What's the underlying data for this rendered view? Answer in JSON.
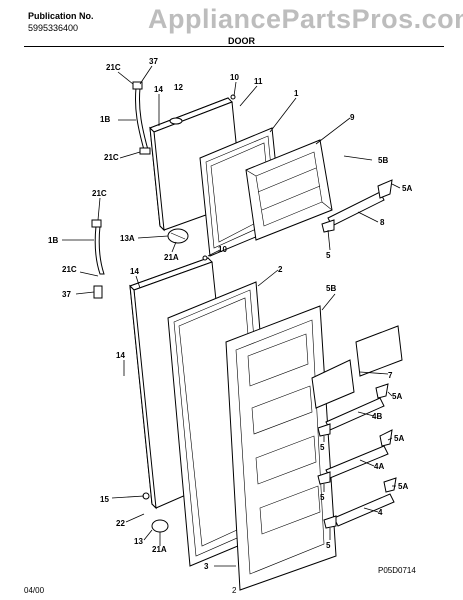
{
  "header": {
    "publication_label": "Publication No.",
    "publication_number": "5995336400",
    "watermark": "AppliancePartsPros.com",
    "title": "DOOR"
  },
  "footer": {
    "date": "04/00",
    "page": "2",
    "code": "P05D0714"
  },
  "callouts": [
    "21C",
    "37",
    "1B",
    "21C",
    "14",
    "12",
    "10",
    "11",
    "1",
    "9",
    "5B",
    "5A",
    "8",
    "5",
    "13A",
    "21A",
    "10",
    "21C",
    "1B",
    "21C",
    "37",
    "14",
    "2",
    "5B",
    "14",
    "7",
    "5A",
    "4B",
    "5A",
    "4A",
    "5A",
    "4",
    "5",
    "5",
    "5",
    "15",
    "22",
    "13",
    "21A",
    "3"
  ]
}
